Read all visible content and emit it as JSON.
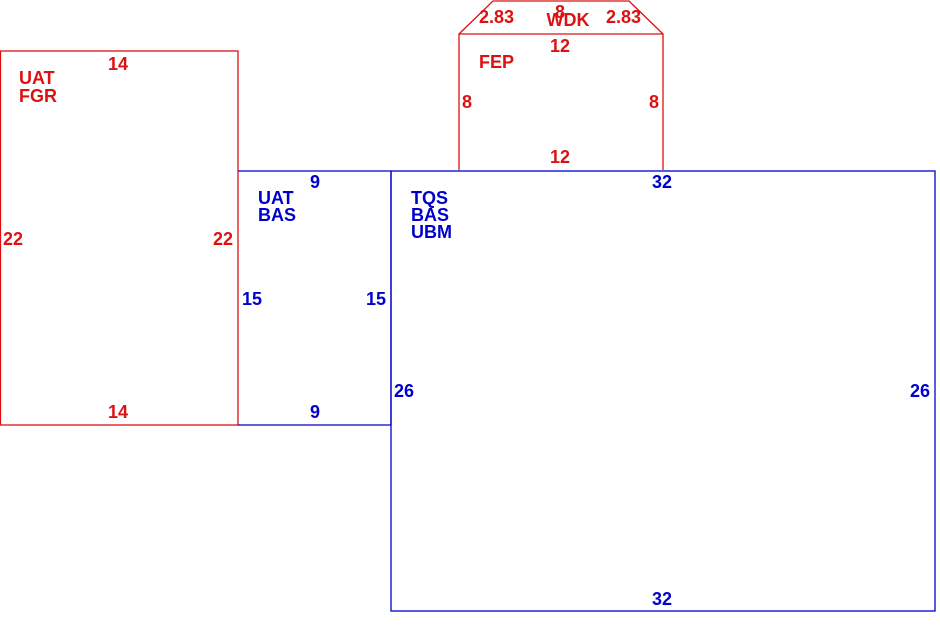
{
  "colors": {
    "red": "#dd1111",
    "blue": "#0000cc"
  },
  "rooms": {
    "uat_fgr": {
      "color": "red",
      "labels": [
        "UAT",
        "FGR"
      ],
      "dims": {
        "top": "14",
        "bottom": "14",
        "left": "22",
        "right": "22"
      }
    },
    "uat_bas": {
      "color": "blue",
      "labels": [
        "UAT",
        "BAS"
      ],
      "dims": {
        "top": "9",
        "bottom": "9",
        "left": "15",
        "right": "15"
      }
    },
    "tqs_bas_ubm": {
      "color": "blue",
      "labels": [
        "TQS",
        "BAS",
        "UBM"
      ],
      "dims": {
        "top": "32",
        "bottom": "32",
        "left": "26",
        "right": "26"
      }
    },
    "fep": {
      "color": "red",
      "labels": [
        "FEP"
      ],
      "dims": {
        "top": "12",
        "bottom": "12",
        "left": "8",
        "right": "8"
      }
    },
    "wdk": {
      "color": "red",
      "labels": [
        "WDK"
      ],
      "dims": {
        "top": "8",
        "bottom": "12",
        "left_diag": "2.83",
        "right_diag": "2.83"
      }
    }
  }
}
